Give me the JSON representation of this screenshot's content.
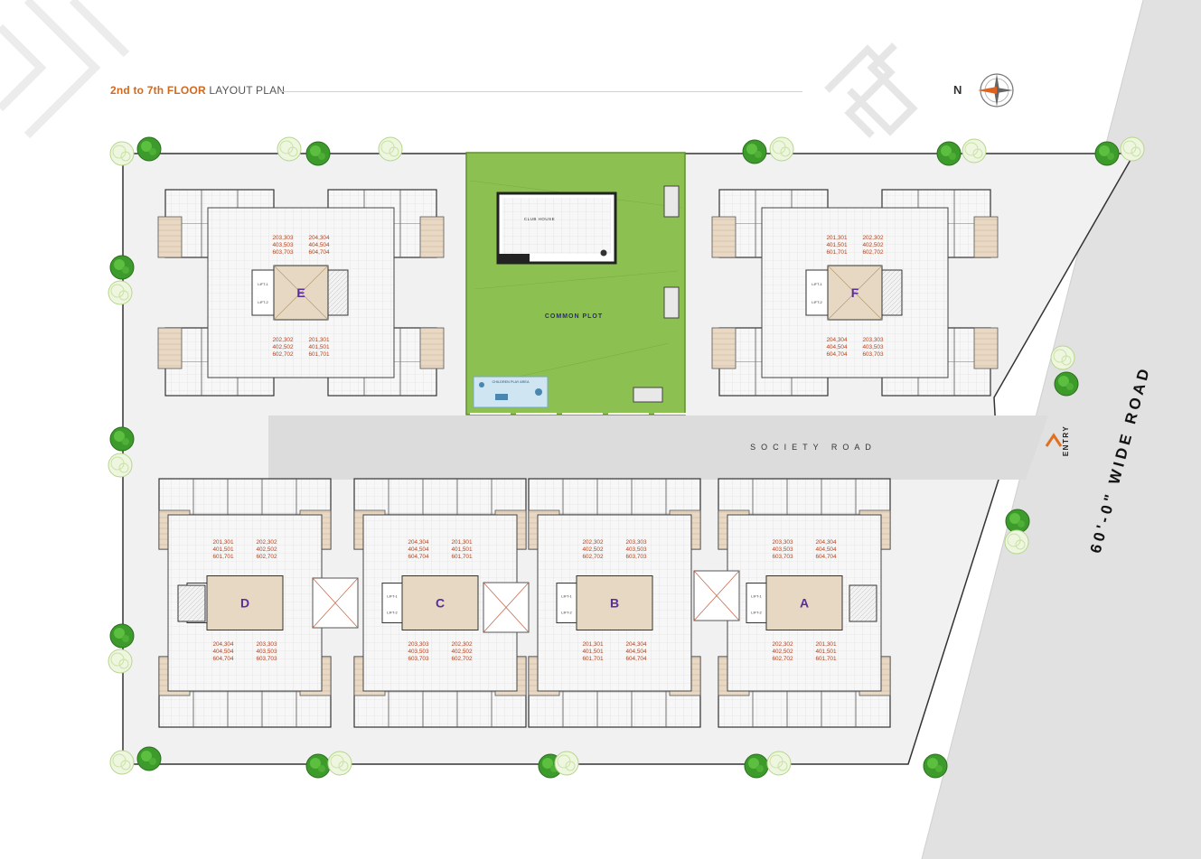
{
  "title": {
    "highlight": "2nd to 7th FLOOR",
    "rest": "LAYOUT PLAN"
  },
  "north_label": "N",
  "road_label": "60'-0\" WIDE ROAD",
  "society_road_label": "SOCIETY ROAD",
  "entry_label": "ENTRY",
  "club_house_label": "CLUB HOUSE",
  "common_plot_label": "COMMON PLOT",
  "play_area_label": "CHILDREN PLAY AREA",
  "lift_label": "LIFT",
  "colors": {
    "lawn": "#8cc152",
    "unit_text": "#b5421b",
    "block_letter": "#5a2d9c",
    "paving": "#dcdcdc",
    "road": "#dedede"
  },
  "blocks": [
    {
      "letter": "E",
      "units": [
        "203,303\n403,503\n603,703",
        "204,304\n404,504\n604,704",
        "202,302\n402,502\n602,702",
        "201,301\n401,501\n601,701"
      ]
    },
    {
      "letter": "F",
      "units": [
        "201,301\n401,501\n601,701",
        "202,302\n402,502\n602,702",
        "204,304\n404,504\n604,704",
        "203,303\n403,503\n603,703"
      ]
    },
    {
      "letter": "D",
      "units": [
        "201,301\n401,501\n601,701",
        "202,302\n402,502\n602,702",
        "204,304\n404,504\n604,704",
        "203,303\n403,503\n603,703"
      ]
    },
    {
      "letter": "C",
      "units": [
        "204,304\n404,504\n604,704",
        "201,301\n401,501\n601,701",
        "203,303\n403,503\n603,703",
        "202,302\n402,502\n602,702"
      ]
    },
    {
      "letter": "B",
      "units": [
        "202,302\n402,502\n602,702",
        "203,303\n403,503\n603,703",
        "201,301\n401,501\n601,701",
        "204,304\n404,504\n604,704"
      ]
    },
    {
      "letter": "A",
      "units": [
        "203,303\n403,503\n603,703",
        "204,304\n404,504\n604,704",
        "202,302\n402,502\n602,702",
        "201,301\n401,501\n601,701"
      ]
    }
  ]
}
